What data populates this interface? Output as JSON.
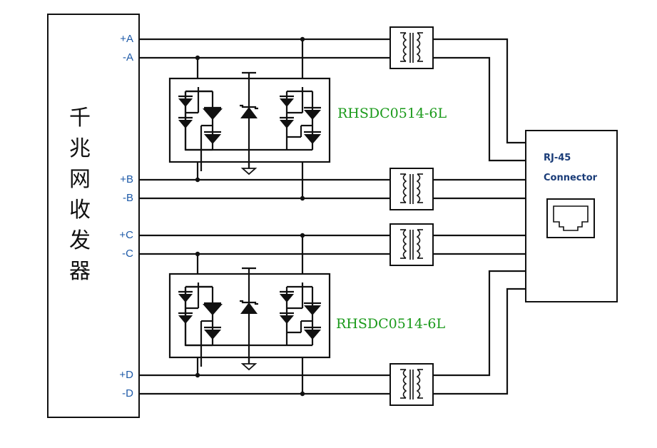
{
  "transceiver": {
    "label_chars": [
      "千",
      "兆",
      "网",
      "收",
      "发",
      "器"
    ]
  },
  "pins": [
    "+A",
    "-A",
    "+B",
    "-B",
    "+C",
    "-C",
    "+D",
    "-D"
  ],
  "tvs_arrays": [
    {
      "part_number": "RHSDC0514-6L"
    },
    {
      "part_number": "RHSDC0514-6L"
    }
  ],
  "connector": {
    "title_line1": "RJ-45",
    "title_line2": "Connector"
  },
  "colors": {
    "pin_label": "#1e5aa8",
    "part_label": "#1a9a1a",
    "connector_label": "#1a3c78",
    "wire": "#111111"
  }
}
